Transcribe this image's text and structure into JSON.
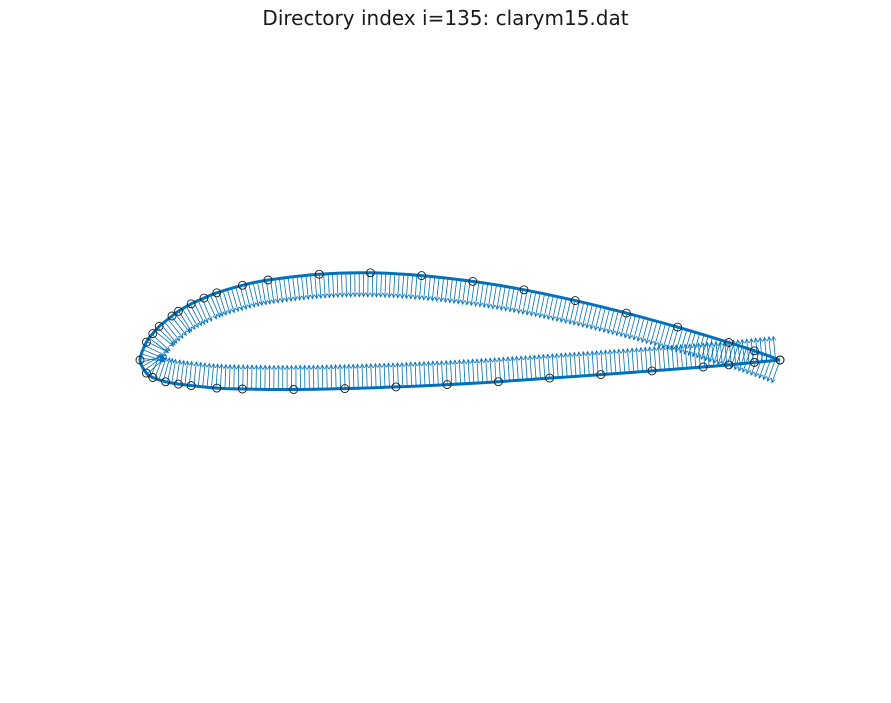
{
  "chart_data": {
    "type": "line",
    "title": "Directory index i=135: clarym15.dat",
    "xlabel": "",
    "ylabel": "",
    "axes_visible": false,
    "grid": false,
    "legend": "none",
    "xlim": [
      -0.02,
      1.05
    ],
    "ylim": [
      -0.35,
      0.35
    ],
    "style": {
      "curve_color": "#0072bd",
      "arrow_color": "#0072bd",
      "marker_edge": "#1a1a1a",
      "marker_face": "none"
    },
    "series": [
      {
        "role": "upper_surface_te_to_le",
        "x": [
          1.0,
          0.96,
          0.92,
          0.84,
          0.76,
          0.68,
          0.6,
          0.52,
          0.44,
          0.36,
          0.28,
          0.2,
          0.16,
          0.12,
          0.1,
          0.08,
          0.06,
          0.05,
          0.03,
          0.02,
          0.01
        ],
        "y": [
          0.0,
          0.0084,
          0.0159,
          0.0299,
          0.0426,
          0.054,
          0.0638,
          0.0715,
          0.0767,
          0.0793,
          0.078,
          0.0727,
          0.0679,
          0.0611,
          0.0563,
          0.0511,
          0.0443,
          0.04,
          0.0305,
          0.024,
          0.0163
        ]
      },
      {
        "role": "lower_surface_le_to_te",
        "x": [
          0.0,
          0.01,
          0.02,
          0.04,
          0.06,
          0.08,
          0.12,
          0.16,
          0.24,
          0.32,
          0.4,
          0.48,
          0.56,
          0.64,
          0.72,
          0.8,
          0.88,
          0.92,
          0.96,
          1.0
        ],
        "y": [
          0.0,
          -0.0119,
          -0.0159,
          -0.0198,
          -0.0219,
          -0.0233,
          -0.0255,
          -0.0264,
          -0.0268,
          -0.026,
          -0.0245,
          -0.0224,
          -0.0197,
          -0.0165,
          -0.0133,
          -0.0099,
          -0.0064,
          -0.0045,
          -0.0022,
          0.0
        ]
      }
    ]
  }
}
